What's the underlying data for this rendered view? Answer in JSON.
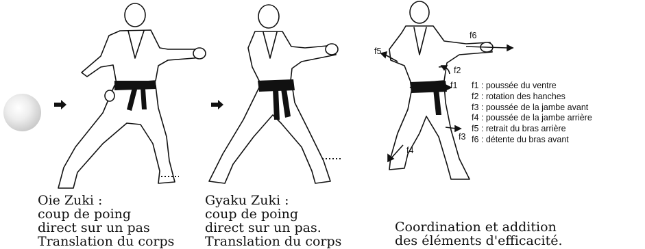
{
  "captions": {
    "oie": [
      "Oie Zuki :",
      "coup de poing",
      "direct sur un pas",
      "Translation du corps"
    ],
    "gyaku": [
      "Gyaku Zuki :",
      "coup de poing",
      "direct sur un pas.",
      "Translation du corps"
    ],
    "coordination": [
      "Coordination et addition",
      "des éléments d'efficacité."
    ]
  },
  "force_labels": {
    "f1": "f1",
    "f2": "f2",
    "f3": "f3",
    "f4": "f4",
    "f5": "f5",
    "f6": "f6"
  },
  "legend": [
    "f1 : poussée du ventre",
    "f2 : rotation des hanches",
    "f3 : poussée de la jambe avant",
    "f4 : poussée de la jambe arrière",
    "f5 : retrait du bras arrière",
    "f6 : détente du bras avant"
  ]
}
